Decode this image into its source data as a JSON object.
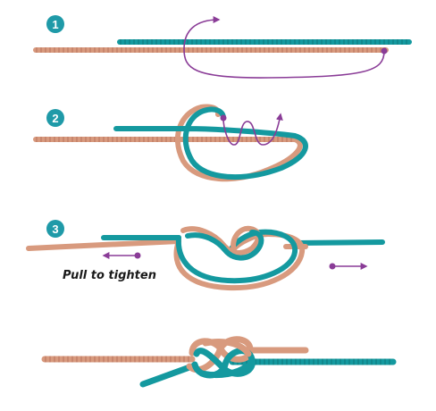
{
  "steps": [
    {
      "number": "1"
    },
    {
      "number": "2"
    },
    {
      "number": "3"
    }
  ],
  "caption": "Pull to tighten",
  "colors": {
    "rope_orange": "#d89a7e",
    "rope_teal": "#14999f",
    "arrow_purple": "#8a3c97",
    "badge": "#1f9aa8"
  }
}
